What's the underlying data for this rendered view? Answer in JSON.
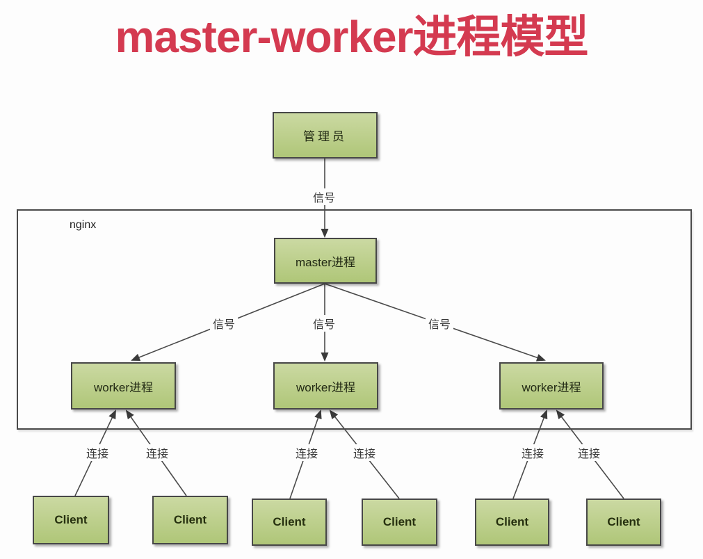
{
  "title": "master-worker进程模型",
  "colors": {
    "title_red": "#d43a50",
    "node_fill_top": "#cbd9a2",
    "node_fill_bottom": "#afc678",
    "node_border": "#474747",
    "edge_line": "#4a4a4a",
    "background": "#fdfdfd"
  },
  "container": {
    "label": "nginx"
  },
  "nodes": {
    "admin": {
      "label": "管理员"
    },
    "master": {
      "label": "master进程"
    },
    "worker1": {
      "label": "worker进程"
    },
    "worker2": {
      "label": "worker进程"
    },
    "worker3": {
      "label": "worker进程"
    },
    "client1": {
      "label": "Client"
    },
    "client2": {
      "label": "Client"
    },
    "client3": {
      "label": "Client"
    },
    "client4": {
      "label": "Client"
    },
    "client5": {
      "label": "Client"
    },
    "client6": {
      "label": "Client"
    }
  },
  "edges": {
    "signal_admin_master": {
      "label": "信号"
    },
    "signal_master_worker1": {
      "label": "信号"
    },
    "signal_master_worker2": {
      "label": "信号"
    },
    "signal_master_worker3": {
      "label": "信号"
    },
    "conn_client1_worker1": {
      "label": "连接"
    },
    "conn_client2_worker1": {
      "label": "连接"
    },
    "conn_client3_worker2": {
      "label": "连接"
    },
    "conn_client4_worker2": {
      "label": "连接"
    },
    "conn_client5_worker3": {
      "label": "连接"
    },
    "conn_client6_worker3": {
      "label": "连接"
    }
  }
}
